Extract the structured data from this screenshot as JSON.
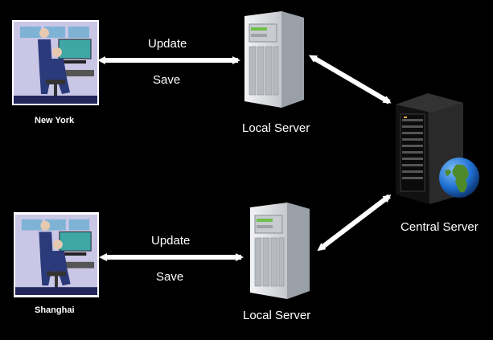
{
  "offices": [
    {
      "name": "New York"
    },
    {
      "name": "Shanghai"
    }
  ],
  "links": [
    {
      "top_label": "Update",
      "bottom_label": "Save"
    },
    {
      "top_label": "Update",
      "bottom_label": "Save"
    }
  ],
  "local_servers": [
    {
      "label": "Local Server"
    },
    {
      "label": "Local Server"
    }
  ],
  "central_server": {
    "label": "Central Server"
  },
  "colors": {
    "background": "#000000",
    "text": "#ffffff",
    "arrow": "#ffffff",
    "server_body": "#d9dbde",
    "rack_body": "#1a1a1a",
    "globe_ocean": "#1f6fd1",
    "globe_land": "#4f8a2a"
  },
  "icons": [
    "office-workers-icon",
    "tower-server-icon",
    "rack-server-icon",
    "globe-icon"
  ]
}
